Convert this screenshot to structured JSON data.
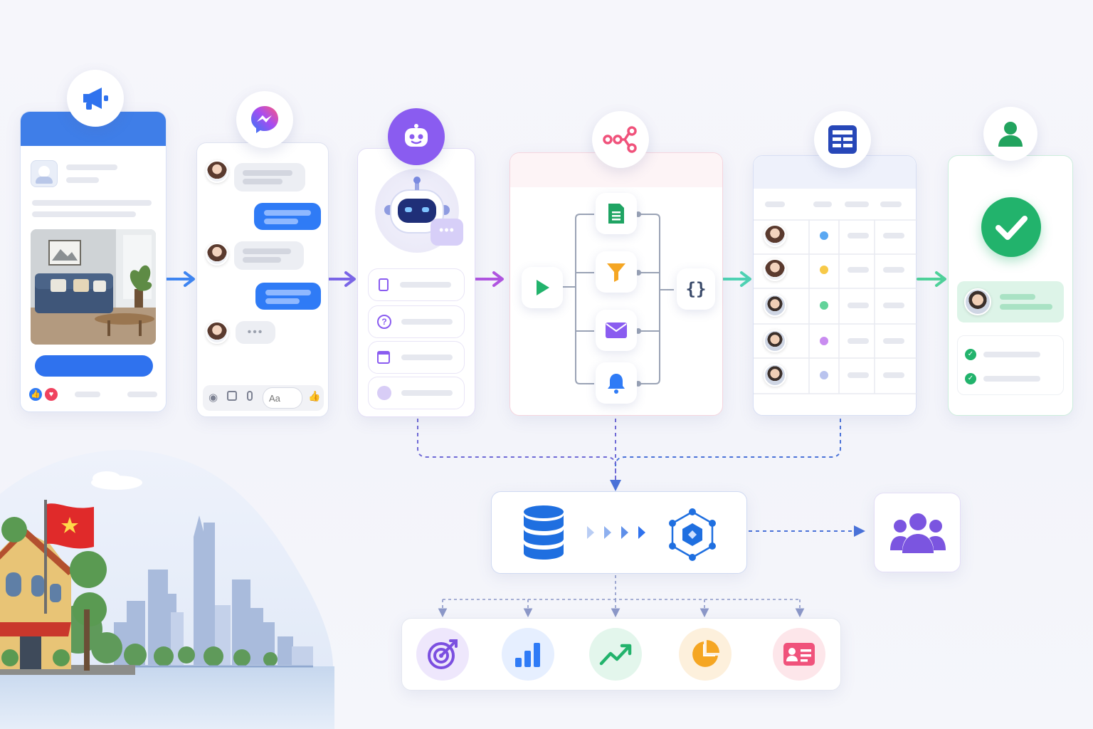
{
  "chat_input": {
    "placeholder": "Aa"
  },
  "typing_indicator": "•••",
  "colors": {
    "facebook_blue": "#2f7bf6",
    "bot_purple": "#8a5cf0",
    "flow_pink": "#f0527b",
    "success_green": "#22b36c",
    "flag_red": "#e02a2a",
    "flag_star": "#ffd84a"
  },
  "stages": [
    {
      "id": "ad",
      "icon": "megaphone-icon"
    },
    {
      "id": "messenger",
      "icon": "messenger-icon"
    },
    {
      "id": "chatbot",
      "icon": "robot-icon",
      "menu_icons": [
        "clipboard-icon",
        "question-icon",
        "calendar-icon",
        "ticket-icon"
      ]
    },
    {
      "id": "automation",
      "icon": "share-nodes-icon",
      "nodes": [
        "play-icon",
        "sheets-icon",
        "filter-icon",
        "mail-icon",
        "bell-icon",
        "code-braces-icon"
      ]
    },
    {
      "id": "crm-table",
      "icon": "table-icon",
      "row_status_colors": [
        "#5aa8f2",
        "#f7c948",
        "#62d39a",
        "#c98cf0",
        "#b9c3ee"
      ]
    },
    {
      "id": "qualified-lead",
      "icon": "user-icon"
    }
  ],
  "data_hub": {
    "source": "database-icon",
    "target": "hexagon-network-icon",
    "destination": "user-group-icon"
  },
  "kpis": [
    {
      "icon": "target-icon",
      "color": "#7b4fe0"
    },
    {
      "icon": "bar-chart-icon",
      "color": "#2f7bf6"
    },
    {
      "icon": "trend-up-icon",
      "color": "#22b36c"
    },
    {
      "icon": "pie-chart-icon",
      "color": "#f5a623"
    },
    {
      "icon": "id-card-icon",
      "color": "#f0527b"
    }
  ]
}
